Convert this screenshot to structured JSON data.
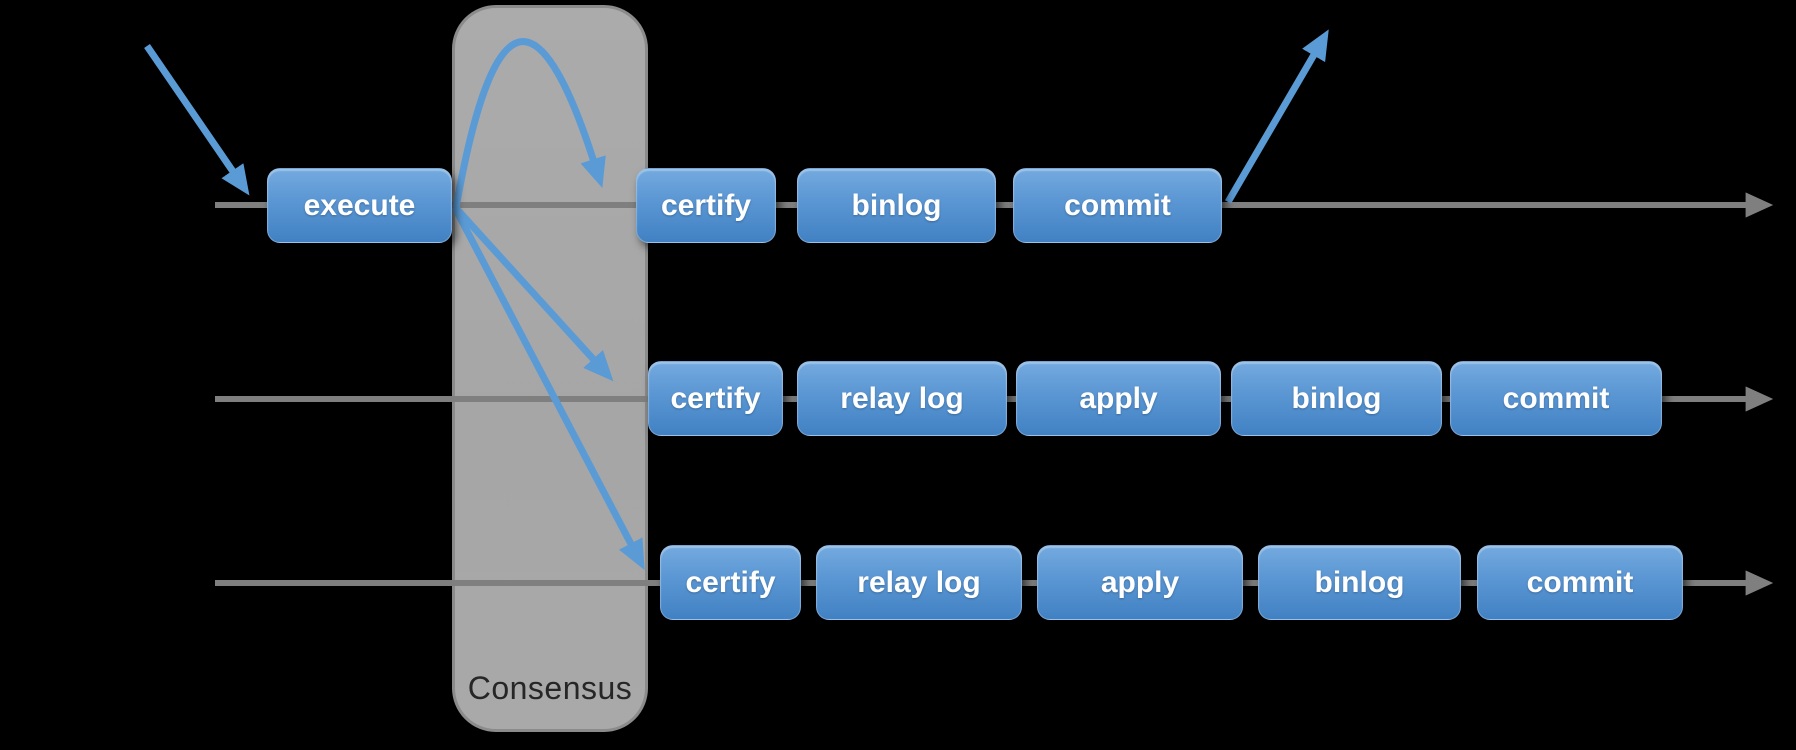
{
  "diagram": {
    "kind": "replication-consensus-pipeline",
    "consensus": {
      "label": "Consensus"
    },
    "rows": [
      {
        "name": "row-1-primary",
        "boxes": [
          {
            "label": "execute"
          },
          {
            "label": "certify"
          },
          {
            "label": "binlog"
          },
          {
            "label": "commit"
          }
        ]
      },
      {
        "name": "row-2-secondary",
        "boxes": [
          {
            "label": "certify"
          },
          {
            "label": "relay log"
          },
          {
            "label": "apply"
          },
          {
            "label": "binlog"
          },
          {
            "label": "commit"
          }
        ]
      },
      {
        "name": "row-3-secondary",
        "boxes": [
          {
            "label": "certify"
          },
          {
            "label": "relay log"
          },
          {
            "label": "apply"
          },
          {
            "label": "binlog"
          },
          {
            "label": "commit"
          }
        ]
      }
    ],
    "arrows": {
      "incoming_transaction": "into execute",
      "broadcast": "execute fans out through consensus to all certify stages",
      "response": "out of commit on row 1"
    },
    "colors": {
      "background": "#000000",
      "arrow_blue": "#5B9BD5",
      "line_gray": "#7F7F7F",
      "consensus_fill": "#A6A6A6",
      "consensus_border": "#8B8B8B",
      "consensus_text": "#262626",
      "box_gradient_top": "#74AADF",
      "box_gradient_bottom": "#4181C3",
      "box_text": "#FFFFFF"
    }
  }
}
